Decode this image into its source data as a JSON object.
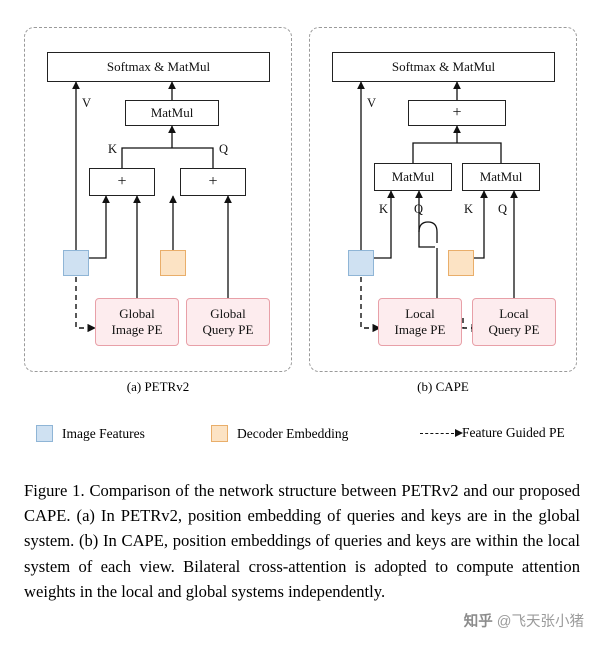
{
  "figure": {
    "panel_a": {
      "caption": "(a) PETRv2",
      "top_box": "Softmax & MatMul",
      "matmul": "MatMul",
      "plus_left": "+",
      "plus_right": "+",
      "edge_labels": {
        "v": "V",
        "k": "K",
        "q": "Q"
      },
      "pe_left_line1": "Global",
      "pe_left_line2": "Image PE",
      "pe_right_line1": "Global",
      "pe_right_line2": "Query PE"
    },
    "panel_b": {
      "caption": "(b) CAPE",
      "top_box": "Softmax & MatMul",
      "plus": "+",
      "matmul_left": "MatMul",
      "matmul_right": "MatMul",
      "edge_labels": {
        "v": "V",
        "k1": "K",
        "q1": "Q",
        "k2": "K",
        "q2": "Q"
      },
      "pe_left_line1": "Local",
      "pe_left_line2": "Image PE",
      "pe_right_line1": "Local",
      "pe_right_line2": "Query PE"
    }
  },
  "legend": {
    "items": [
      {
        "label": "Image Features",
        "swatch": "blue-square",
        "color": "#cfe1f2"
      },
      {
        "label": "Decoder Embedding",
        "swatch": "orange-square",
        "color": "#fce3c4"
      },
      {
        "label": "Feature Guided PE",
        "swatch": "dashed-arrow",
        "color": "#111111"
      }
    ]
  },
  "caption": {
    "text": "Figure 1. Comparison of the network structure between PETRv2 and our proposed CAPE. (a) In PETRv2, position embedding of queries and keys are in the global system. (b) In CAPE, position embeddings of queries and keys are within the local system of each view. Bilateral cross-attention is adopted to compute attention weights in the local and global systems independently."
  },
  "watermark": {
    "logo": "知乎",
    "text": "@飞天张小猪"
  }
}
